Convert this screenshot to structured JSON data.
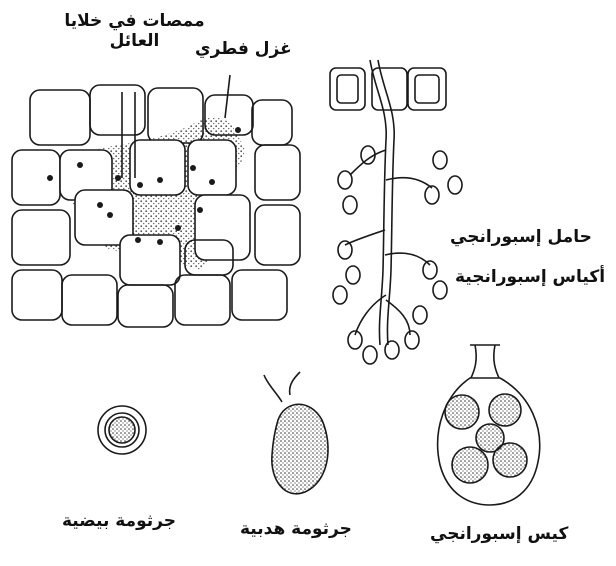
{
  "labels": {
    "haustoria": "ممصات في خلايا العائل",
    "fungal_hypha": "غزل فطري",
    "sporangiophore": "حامل إسبورانجي",
    "sporangia": "أكياس إسبورانجية",
    "oospore": "جرثومة بيضية",
    "zoospore": "جرثومة هدبية",
    "sporangium": "كيس إسبورانجي"
  },
  "colors": {
    "ink": "#1a1a1a",
    "background": "#ffffff",
    "stipple": "#555555"
  }
}
